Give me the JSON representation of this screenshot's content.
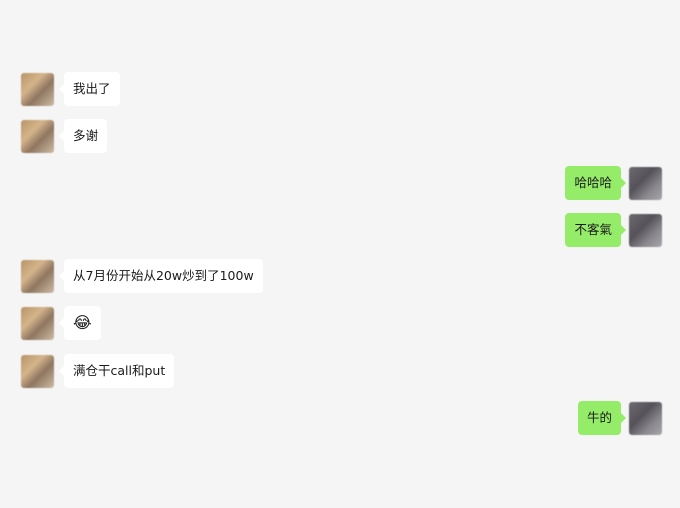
{
  "messages": [
    {
      "side": "left",
      "text": "我出了"
    },
    {
      "side": "left",
      "text": "多谢"
    },
    {
      "side": "right",
      "text": "哈哈哈"
    },
    {
      "side": "right",
      "text": "不客氣"
    },
    {
      "side": "left",
      "text": "从7月份开始从20w炒到了100w"
    },
    {
      "side": "left",
      "text": "😂"
    },
    {
      "side": "left",
      "text": "满仓干call和put"
    },
    {
      "side": "right",
      "text": "牛的"
    }
  ]
}
